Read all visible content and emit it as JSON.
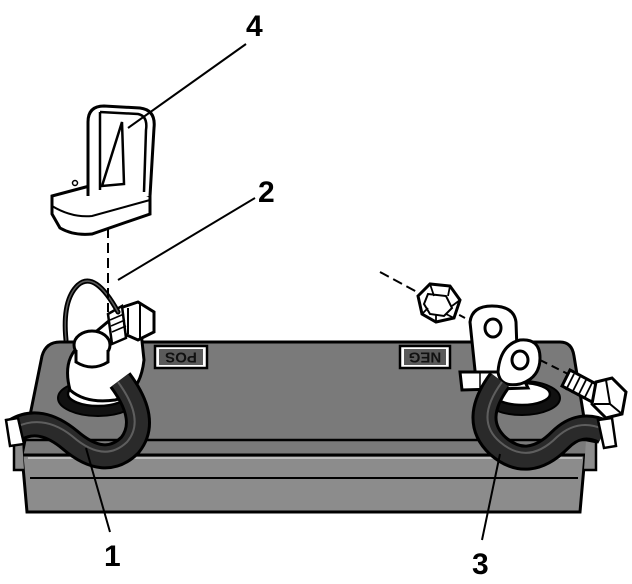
{
  "diagram": {
    "callouts": {
      "one": "1",
      "two": "2",
      "three": "3",
      "four": "4"
    },
    "terminal_labels": {
      "positive": "POS",
      "negative": "NEG"
    },
    "colors": {
      "battery_top": "#7a7a7a",
      "battery_body": "#8c8c8c",
      "cable": "#111111",
      "metal": "#ffffff",
      "outline": "#000000"
    }
  }
}
